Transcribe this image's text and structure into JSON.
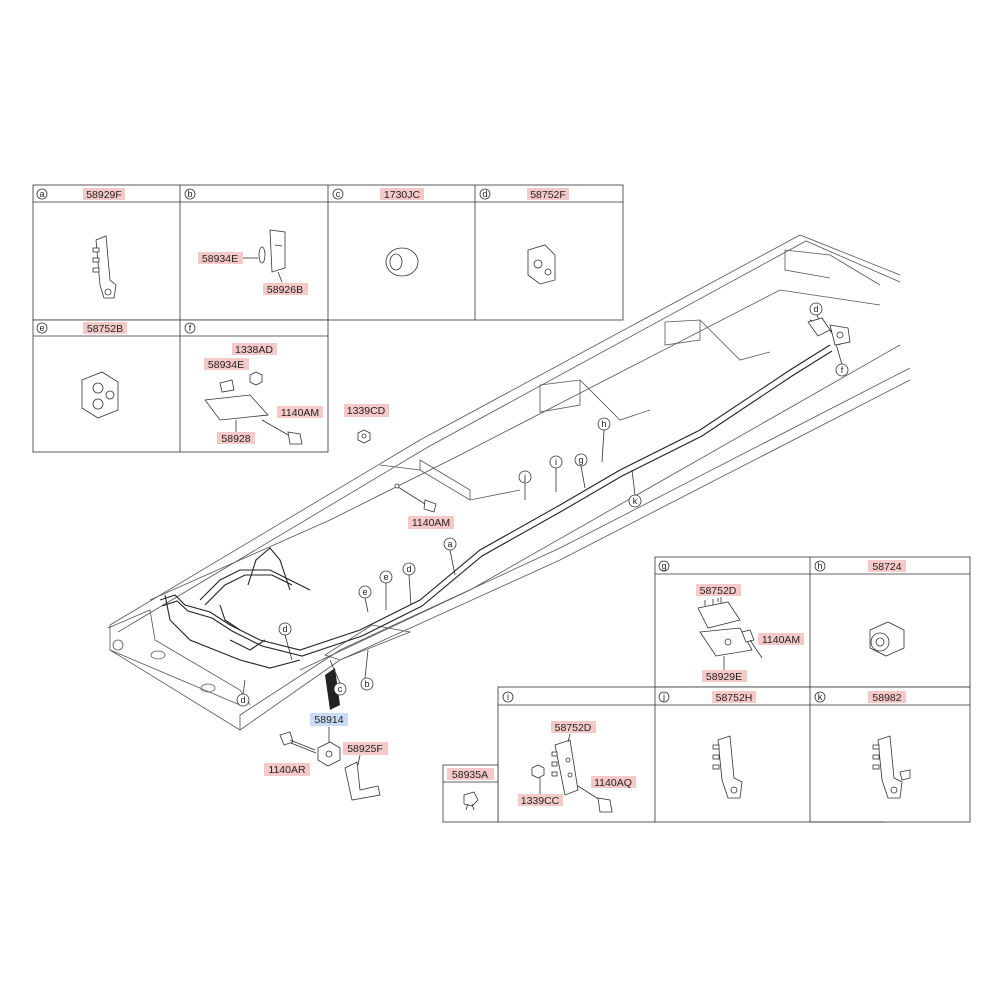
{
  "panels": {
    "a": {
      "letter": "a",
      "part": "58929F"
    },
    "b": {
      "letter": "b",
      "part": "",
      "sub1": "58934E",
      "sub2": "58926B"
    },
    "c": {
      "letter": "c",
      "part": "1730JC"
    },
    "d": {
      "letter": "d",
      "part": "58752F"
    },
    "e": {
      "letter": "e",
      "part": "58752B"
    },
    "f": {
      "letter": "f",
      "part": "",
      "sub1": "1338AD",
      "sub2": "58934E",
      "sub3": "1140AM",
      "sub4": "58928"
    },
    "g": {
      "letter": "g",
      "part": "",
      "sub1": "58752D",
      "sub2": "1140AM",
      "sub3": "58929E"
    },
    "h": {
      "letter": "h",
      "part": "58724"
    },
    "i": {
      "letter": "i",
      "part": "",
      "sub1": "58752D",
      "sub2": "1339CC",
      "sub3": "1140AQ"
    },
    "j": {
      "letter": "j",
      "part": "58752H"
    },
    "k": {
      "letter": "k",
      "part": "58982"
    },
    "z": {
      "part": "58935A"
    }
  },
  "main": {
    "labels": {
      "l1339cd": "1339CD",
      "l1140am": "1140AM",
      "l58914": "58914",
      "l1140ar": "1140AR",
      "l58925f": "58925F"
    },
    "callouts": [
      "d",
      "f",
      "h",
      "g",
      "i",
      "j",
      "k",
      "a",
      "d",
      "e",
      "e",
      "d",
      "c",
      "b",
      "d"
    ]
  }
}
